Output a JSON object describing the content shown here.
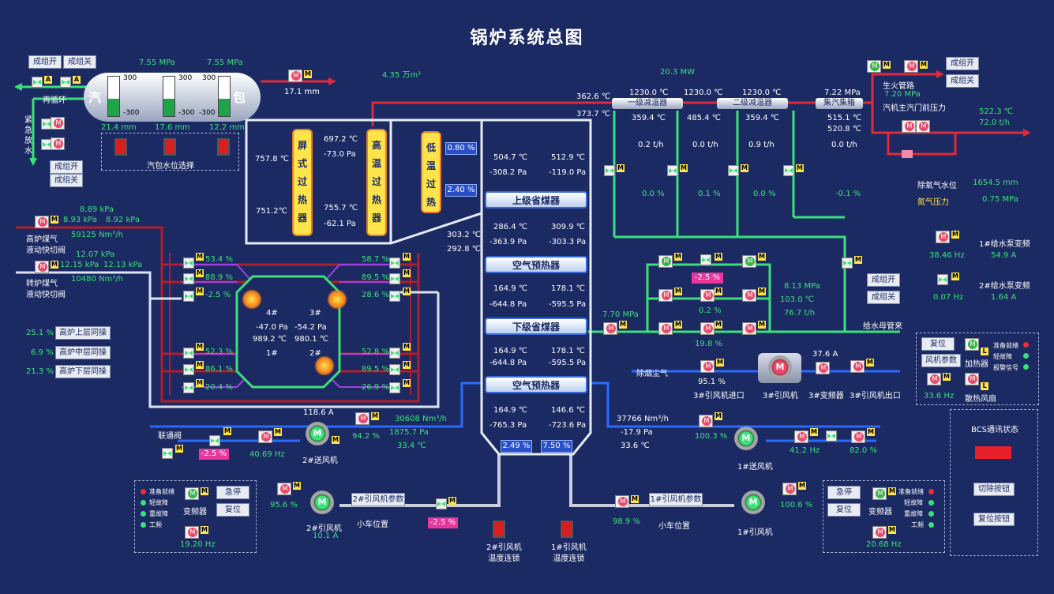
{
  "title": "锅炉系统总图",
  "drum": {
    "label_left": "汽",
    "label_right": "包",
    "p_left": "7.55 MPa",
    "p_right": "7.55 MPa",
    "scale_top": "300",
    "scale_bot": "-300",
    "levels": [
      "21.4 mm",
      "17.6 mm",
      "12.2 mm"
    ],
    "select_label": "汽包水位选择",
    "recirc": "再循环",
    "emergency": "紧急放水",
    "out_level": "17.1 mm"
  },
  "group_btn": {
    "open": "成组开",
    "close": "成组关"
  },
  "steam_flow": "4.35 万m³",
  "power": "20.3 MW",
  "sh": {
    "screen": "屏式过热器",
    "high": "高温过热器",
    "low": "低温过热器",
    "t1": "757.8 ℃",
    "t2": "751.2℃",
    "a1": "697.2 ℃",
    "a2": "-73.0 Pa",
    "b1": "755.7 ℃",
    "b2": "-62.1 Pa",
    "low1": "0.80 %",
    "low2": "2.40 %",
    "mid1": "303.2 ℃",
    "mid2": "292.8 ℃"
  },
  "desup": {
    "d1": "一级减温器",
    "d2": "二级减温器",
    "hdr": "集汽集箱",
    "t_in1": "362.6 ℃",
    "t_in2": "373.7 ℃",
    "t1": "1230.0 ℃",
    "t2": "1230.0 ℃",
    "t3": "1230.0 ℃",
    "p_hdr": "7.22 MPa",
    "s1": "359.4 ℃",
    "s2": "485.4 ℃",
    "s3": "359.4 ℃",
    "s4": "515.1 ℃",
    "s5": "520.8 ℃",
    "f1": "0.2 t/h",
    "f2": "0.0 t/h",
    "f3": "0.9 t/h",
    "f4": "0.0 t/h",
    "o1": "0.0 %",
    "o2": "0.1 %",
    "o3": "0.0 %",
    "o4": "-0.1 %"
  },
  "main_steam": {
    "fire": "生火管路",
    "p": "7.20 MPa",
    "label": "汽机主汽门前压力",
    "t": "522.3 ℃",
    "f": "72.0 t/h"
  },
  "deaer": {
    "level_label": "除氧气水位",
    "level": "1654.5 mm",
    "n2_label": "氮气压力",
    "n2": "0.75 MPa"
  },
  "feed": {
    "p1_label": "1#给水泵变频",
    "p1_hz": "38.46 Hz",
    "p1_a": "54.9 A",
    "p2_label": "2#给水泵变频",
    "p2_hz": "0.07 Hz",
    "p2_a": "1.64 A",
    "v": "-2.5 %",
    "p": "8.13 MPa",
    "t1": "103.0 ℃",
    "t2": "76.7 t/h",
    "v2": "0.2 %",
    "v3": "19.8 %",
    "header": "给水母管来",
    "p_in": "7.70 MPa"
  },
  "econ": {
    "upper": "上级省煤器",
    "air1": "空气预热器",
    "lower": "下级省煤器",
    "air2": "空气预热器",
    "r1": [
      "504.7 ℃",
      "512.9 ℃",
      "-308.2 Pa",
      "-119.0 Pa"
    ],
    "r2": [
      "286.4 ℃",
      "309.9 ℃",
      "-363.9 Pa",
      "-303.3 Pa"
    ],
    "r3": [
      "164.9 ℃",
      "178.1 ℃",
      "-644.8 Pa",
      "-595.5 Pa"
    ],
    "r4": [
      "164.9 ℃",
      "178.1 ℃",
      "-644.8 Pa",
      "-595.5 Pa"
    ],
    "r5": [
      "164.9 ℃",
      "146.6 ℃",
      "-765.3 Pa",
      "-723.6 Pa"
    ],
    "bot1": "2.49 %",
    "bot2": "7.50 %"
  },
  "gas": {
    "bf_label": "高炉煤气\n液动快切阀",
    "bf_p1": "8.89 kPa",
    "bf_p2": "8.93 kPa",
    "bf_p3": "8.92 kPa",
    "bf_f": "59125 Nm³/h",
    "cv_label": "转炉煤气\n液动快切阀",
    "cv_p1": "12.07 kPa",
    "cv_p2": "12.15 kPa",
    "cv_p3": "12.13 kPa",
    "cv_f": "10480 Nm³/h"
  },
  "burners": {
    "lv": [
      "53.4 %",
      "88.9 %",
      "-2.5 %",
      "52.3 %",
      "86.1 %",
      "20.4 %"
    ],
    "rv": [
      "58.7 %",
      "89.5 %",
      "28.6 %",
      "52.8 %",
      "89.5 %",
      "26.9 %"
    ],
    "n4": "4#",
    "n3": "3#",
    "n1": "1#",
    "n2": "2#",
    "p4": "-47.0 Pa",
    "p3": "-54.2 Pa",
    "t4": "989.2 ℃",
    "t3": "980.1 ℃"
  },
  "sync": [
    {
      "pct": "25.1 %",
      "label": "高炉上层同操"
    },
    {
      "pct": "6.9 %",
      "label": "高炉中层同操"
    },
    {
      "pct": "21.3 %",
      "label": "高炉下层同操"
    }
  ],
  "fan2": {
    "link": "联通阀",
    "v": "-2.5 %",
    "hz": "40.69 Hz",
    "a": "118.6 A",
    "pct": "94.2 %",
    "f": "30608 Nm³/h",
    "p": "1875.7 Pa",
    "t": "33.4 ℃",
    "label": "2#送风机"
  },
  "fan1": {
    "f": "37766 Nm³/h",
    "p": "-17.9 Pa",
    "t": "33.6 ℃",
    "pct": "100.3 %",
    "label": "1#送风机",
    "hz": "41.2 Hz",
    "v": "82.0 %"
  },
  "id3": {
    "dust": "除烟尘气",
    "in": "3#引风机进口",
    "pct": "95.1 %",
    "fan": "3#引风机",
    "vfd": "3#变频器",
    "out": "3#引风机出口",
    "a": "37.6 A"
  },
  "ctrl": {
    "reset": "复位",
    "params": "风机参数",
    "heater": "加热器",
    "fanheat": "散热风扇",
    "hz": "33.6 Hz",
    "ready": "准备就绪",
    "minor": "轻故障",
    "alarm": "报警信号"
  },
  "bcs": {
    "title": "BCS通讯状态",
    "switch": "切除按钮",
    "reset": "复位按钮"
  },
  "id2": {
    "estop": "急停",
    "reset": "复位",
    "vfd": "变频器",
    "hz": "19.20 Hz",
    "ready": "准备就绪",
    "minor": "轻故障",
    "major": "重故障",
    "power": "工频",
    "pct": "95.6 %",
    "fan": "2#引风机",
    "a": "10.1 A",
    "params": "2#引风机参数",
    "cart": "小车位置",
    "cart_v": "-2.5 %"
  },
  "id1": {
    "estop": "急停",
    "reset": "复位",
    "vfd": "变频器",
    "hz": "20.68 Hz",
    "ready": "准备就绪",
    "minor": "轻故障",
    "major": "重故障",
    "power": "工频",
    "pct": "100.6 %",
    "fan": "1#引风机",
    "params": "1#引风机参数",
    "cart": "小车位置",
    "cart_v": "98.9 %"
  },
  "lock": {
    "l2": "2#引风机\n温度连锁",
    "l1": "1#引风机\n温度连锁"
  },
  "colors": {
    "bg": "#1b2a63",
    "green": "#3ce07a",
    "red": "#e02a3a",
    "blue": "#2a6aff",
    "purple": "#a040e0"
  }
}
